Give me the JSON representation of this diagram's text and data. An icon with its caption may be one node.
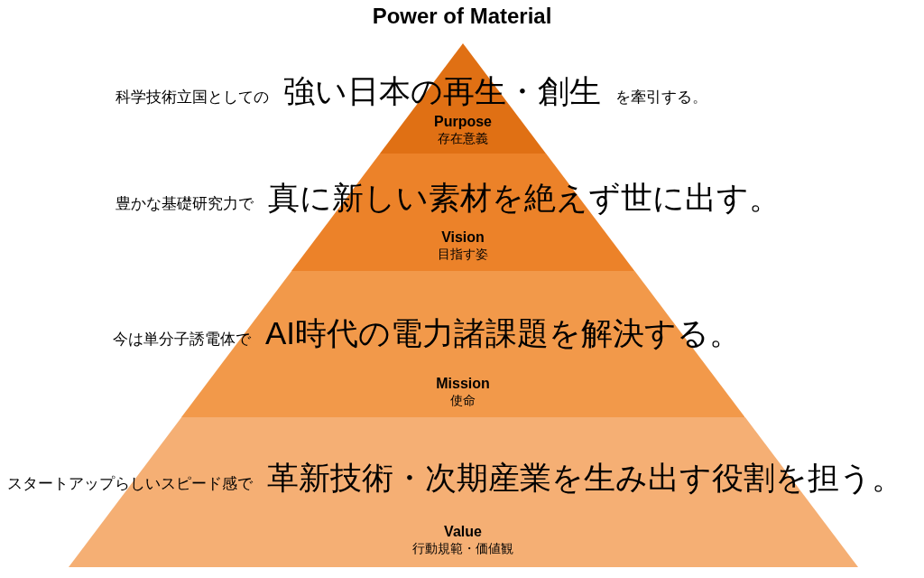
{
  "diagram": {
    "title": "Power of Material",
    "nodes": [
      {
        "text": [
          "科学技術立国としての",
          "強い日本の再生・創生",
          "を牽引する。",
          "Purpose",
          "存在意義"
        ]
      },
      {
        "text": [
          "豊かな基礎研究力で",
          "真に新しい素材を絶えず世に出す。",
          "Vision",
          "目指す姿"
        ]
      },
      {
        "text": [
          "今は単分子誘電体で",
          "AI時代の電力諸課題を解決する。",
          "Mission",
          "使命"
        ]
      },
      {
        "text": [
          "スタートアップらしいスピード感で",
          "革新技術・次期産業を生み出す役割を担う。",
          "Value",
          "行動規範・価値観"
        ]
      }
    ],
    "edges": []
  }
}
